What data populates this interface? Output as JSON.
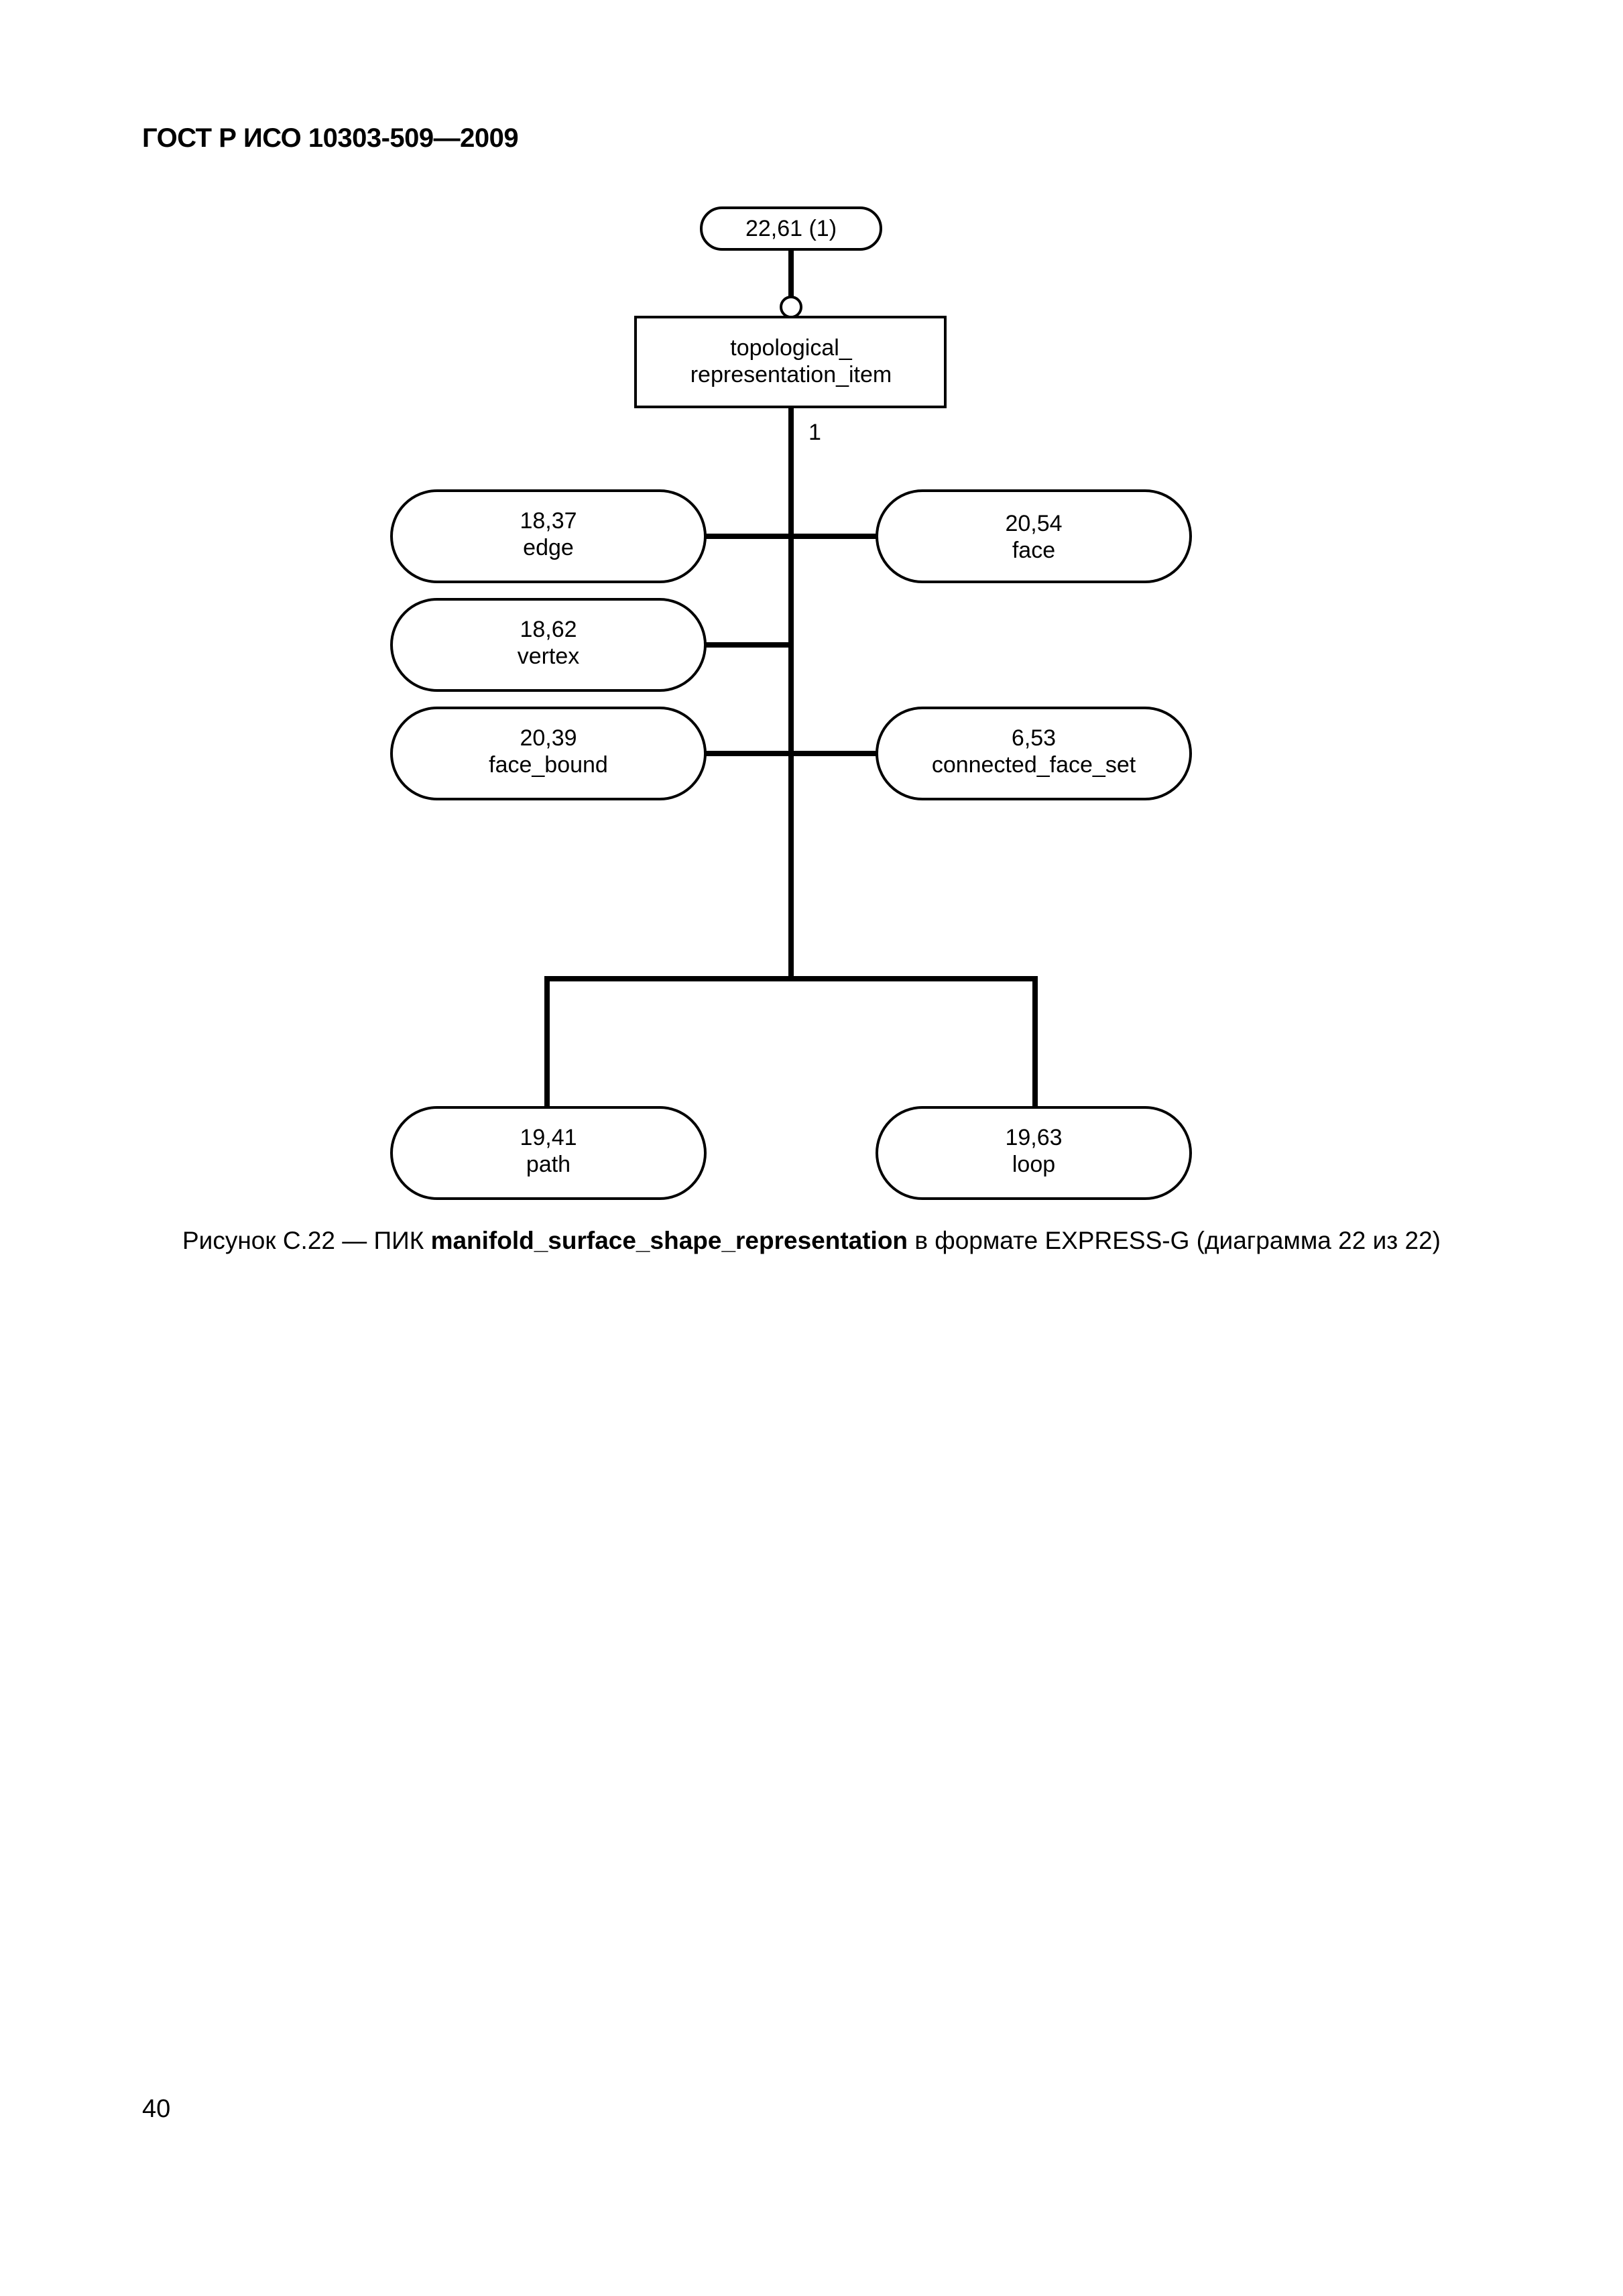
{
  "document": {
    "header": "ГОСТ Р ИСО 10303-509—2009",
    "page_number": "40"
  },
  "diagram": {
    "top_ref": "22,61 (1)",
    "root_entity": {
      "line1": "topological_",
      "line2": "representation_item"
    },
    "cardinality_label": "1",
    "nodes": {
      "edge": {
        "ref": "18,37",
        "name": "edge"
      },
      "face": {
        "ref": "20,54",
        "name": "face"
      },
      "vertex": {
        "ref": "18,62",
        "name": "vertex"
      },
      "face_bound": {
        "ref": "20,39",
        "name": "face_bound"
      },
      "connected_face_set": {
        "ref": "6,53",
        "name": "connected_face_set"
      },
      "path": {
        "ref": "19,41",
        "name": "path"
      },
      "loop": {
        "ref": "19,63",
        "name": "loop"
      }
    }
  },
  "caption": {
    "prefix": "Рисунок С.22 — ПИК ",
    "bold": "manifold_surface_shape_representation",
    "suffix": " в формате EXPRESS-G (диаграмма 22 из 22)"
  }
}
